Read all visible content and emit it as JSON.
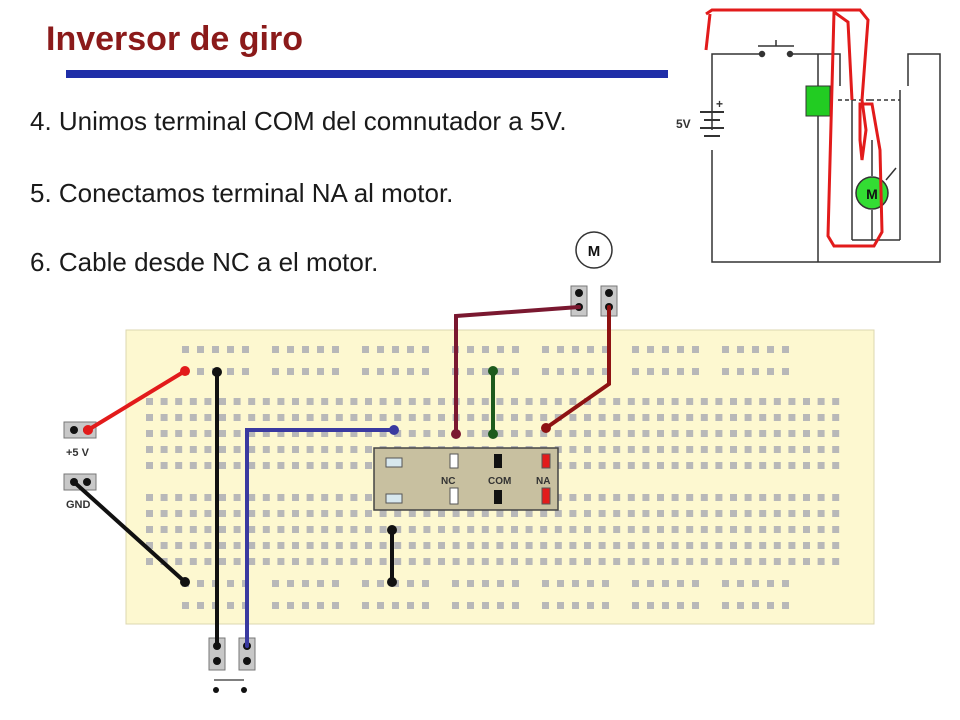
{
  "title": "Inversor de giro",
  "steps": [
    "4. Unimos terminal COM del comnutador a 5V.",
    "5. Conectamos terminal NA al motor.",
    "6. Cable desde NC a el motor."
  ],
  "motor_label": "M",
  "schematic": {
    "voltage_label": "5V",
    "battery_plus": "+",
    "motor_label": "M"
  },
  "power": {
    "plus5v_label": "+5 V",
    "gnd_label": "GND"
  },
  "relay": {
    "nc_label": "NC",
    "com_label": "COM",
    "na_label": "NA"
  },
  "colors": {
    "title": "#8b1a1a",
    "title_bar": "#1f2ea8",
    "breadboard": "#fdf8d0",
    "wire_red": "#e21b1b",
    "wire_black": "#111111",
    "wire_blue": "#3a3aa0",
    "wire_green": "#1d5a1d",
    "wire_maroon": "#7a1830",
    "wire_darkred": "#8e1212",
    "relay_coil": "#22cc22",
    "motor_fill": "#33dd33"
  }
}
